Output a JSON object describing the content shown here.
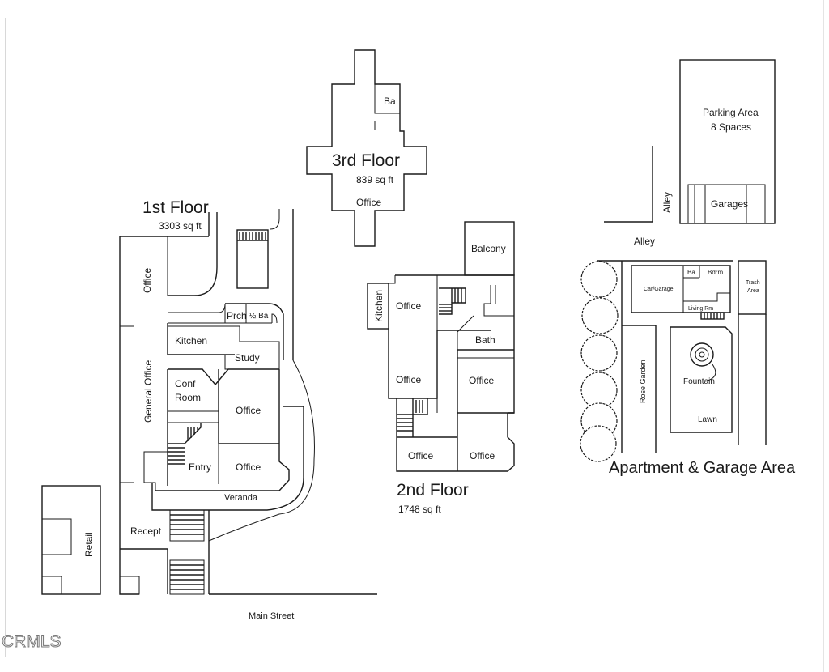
{
  "floors": {
    "first": {
      "title": "1st Floor",
      "area": "3303 sq ft",
      "rooms": {
        "office": "Office",
        "general_office": "General Office",
        "kitchen": "Kitchen",
        "porch": "Prch",
        "half_bath": "½ Ba",
        "study": "Study",
        "conf": "Conf",
        "room": "Room",
        "office_mid": "Office",
        "office_low": "Office",
        "entry": "Entry",
        "veranda": "Veranda",
        "recept": "Recept",
        "retail": "Retail"
      }
    },
    "second": {
      "title": "2nd Floor",
      "area": "1748 sq ft",
      "rooms": {
        "balcony": "Balcony",
        "kitchen": "Kitchen",
        "office_top": "Office",
        "bath": "Bath",
        "office_left": "Office",
        "office_right": "Office",
        "office_bottom_left": "Office",
        "office_bottom_right": "Office"
      }
    },
    "third": {
      "title": "3rd Floor",
      "area": "839 sq ft",
      "rooms": {
        "bath": "Ba",
        "office": "Office"
      }
    }
  },
  "site": {
    "parking_line1": "Parking Area",
    "parking_line2": "8 Spaces",
    "garages": "Garages",
    "alley_vertical": "Alley",
    "alley_horizontal": "Alley",
    "car_garage": "Car/Garage",
    "ba": "Ba",
    "bdrm": "Bdrm",
    "living_rm": "Living Rm",
    "trash_line1": "Trash",
    "trash_line2": "Area",
    "rose_garden": "Rose Garden",
    "fountain": "Fountain",
    "lawn": "Lawn",
    "apartment_title": "Apartment & Garage Area",
    "main_street": "Main Street"
  },
  "watermark": "CRMLS"
}
